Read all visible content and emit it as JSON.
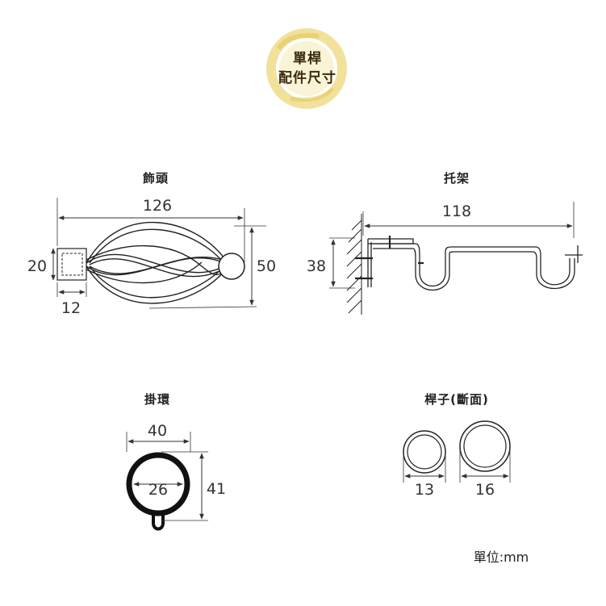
{
  "seal": {
    "line1": "單桿",
    "line2": "配件尺寸",
    "color": "#ecd77a"
  },
  "sections": {
    "finial": {
      "title": "飾頭",
      "width": "126",
      "height": "50",
      "socket_height": "20",
      "socket_width": "12"
    },
    "bracket": {
      "title": "托架",
      "width": "118",
      "height": "38"
    },
    "ring": {
      "title": "掛環",
      "outer": "40",
      "inner": "26",
      "height": "41"
    },
    "rod": {
      "title": "桿子(斷面)",
      "small": "13",
      "large": "16"
    }
  },
  "unit_label": "單位:mm",
  "colors": {
    "line": "#222222",
    "dim_line": "#333333"
  }
}
